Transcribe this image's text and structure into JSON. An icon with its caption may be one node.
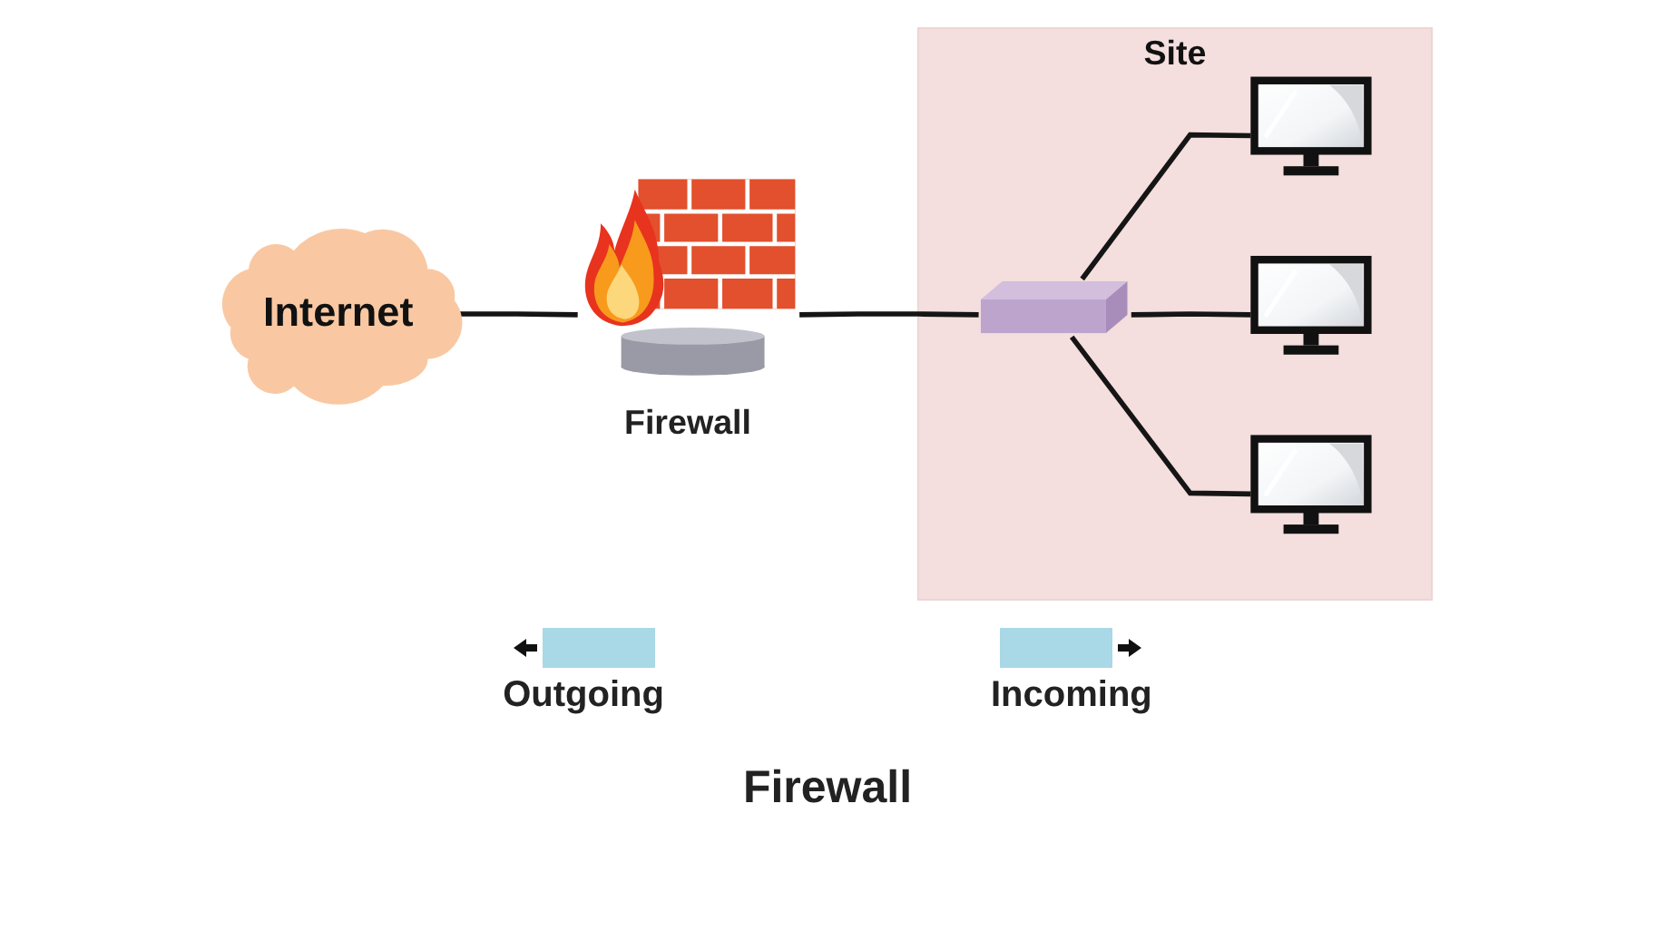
{
  "diagram": {
    "caption": "Firewall",
    "nodes": [
      {
        "text": [
          "Internet"
        ]
      },
      {
        "text": [
          "Firewall"
        ]
      },
      {
        "text": [
          "Site"
        ]
      },
      {
        "text": [],
        "shape": "picture",
        "in": 2
      },
      {
        "text": [],
        "shape": "box",
        "in": 2
      },
      {
        "text": [],
        "shape": "picture",
        "in": 2
      },
      {
        "text": [],
        "shape": "picture",
        "in": 2
      }
    ],
    "edges": [
      {
        "from": 0,
        "to": 1,
        "arrow": "none"
      },
      {
        "from": 1,
        "to": 4,
        "arrow": "none"
      },
      {
        "from": 4,
        "to": 3,
        "arrow": "none"
      },
      {
        "from": 4,
        "to": 5,
        "arrow": "none"
      },
      {
        "from": 4,
        "to": 6,
        "arrow": "none"
      }
    ],
    "labels": [
      "Outgoing",
      "Incoming"
    ]
  }
}
